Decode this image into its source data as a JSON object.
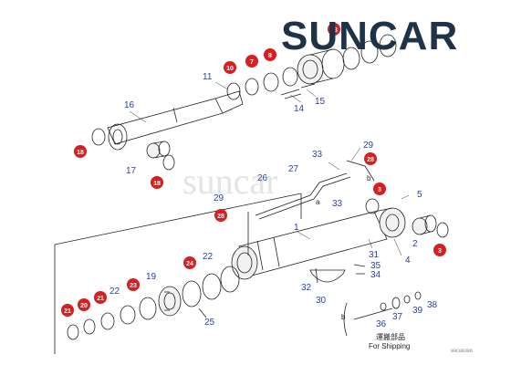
{
  "brand": {
    "logo_text": "SUNCAR",
    "watermark": "suncar",
    "accent_red": "#d81e1e",
    "navy": "#1e3348",
    "label_blue": "#2a3fa8"
  },
  "footer": {
    "caption_cn": "運搬部品",
    "caption_en": "For Shipping",
    "code": "09C08386"
  },
  "detail_marks": {
    "a": "a",
    "b": "b"
  },
  "labels": [
    {
      "id": "1",
      "text": "1"
    },
    {
      "id": "2",
      "text": "2"
    },
    {
      "id": "4",
      "text": "4"
    },
    {
      "id": "5",
      "text": "5"
    },
    {
      "id": "11",
      "text": "11"
    },
    {
      "id": "14",
      "text": "14"
    },
    {
      "id": "15",
      "text": "15"
    },
    {
      "id": "16",
      "text": "16"
    },
    {
      "id": "17",
      "text": "17"
    },
    {
      "id": "19",
      "text": "19"
    },
    {
      "id": "22a",
      "text": "22"
    },
    {
      "id": "22b",
      "text": "22"
    },
    {
      "id": "25",
      "text": "25"
    },
    {
      "id": "26",
      "text": "26"
    },
    {
      "id": "27",
      "text": "27"
    },
    {
      "id": "29a",
      "text": "29"
    },
    {
      "id": "29b",
      "text": "29"
    },
    {
      "id": "30",
      "text": "30"
    },
    {
      "id": "31",
      "text": "31"
    },
    {
      "id": "32",
      "text": "32"
    },
    {
      "id": "33a",
      "text": "33"
    },
    {
      "id": "33b",
      "text": "33"
    },
    {
      "id": "34",
      "text": "34"
    },
    {
      "id": "35",
      "text": "35"
    },
    {
      "id": "36",
      "text": "36"
    },
    {
      "id": "37",
      "text": "37"
    },
    {
      "id": "38",
      "text": "38"
    },
    {
      "id": "39",
      "text": "39"
    }
  ],
  "badges": [
    {
      "id": "b3a",
      "text": "3"
    },
    {
      "id": "b3b",
      "text": "3"
    },
    {
      "id": "b7",
      "text": "7"
    },
    {
      "id": "b8",
      "text": "8"
    },
    {
      "id": "b10",
      "text": "10"
    },
    {
      "id": "b13",
      "text": "13"
    },
    {
      "id": "b18a",
      "text": "18"
    },
    {
      "id": "b18b",
      "text": "18"
    },
    {
      "id": "b20",
      "text": "20"
    },
    {
      "id": "b21a",
      "text": "21"
    },
    {
      "id": "b21b",
      "text": "21"
    },
    {
      "id": "b23",
      "text": "23"
    },
    {
      "id": "b24",
      "text": "24"
    },
    {
      "id": "b28a",
      "text": "28"
    },
    {
      "id": "b28b",
      "text": "28"
    }
  ]
}
